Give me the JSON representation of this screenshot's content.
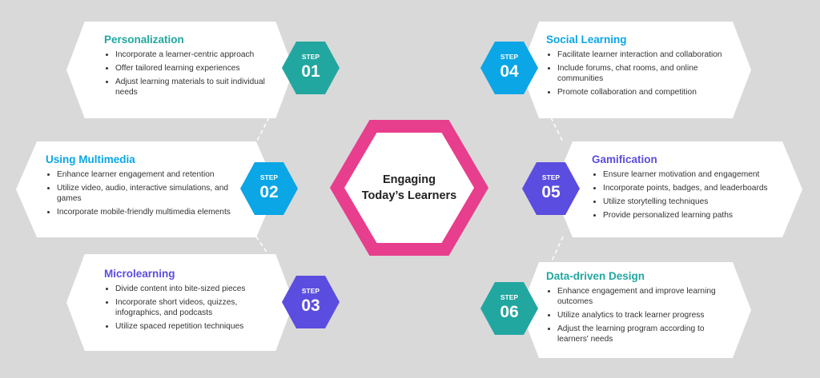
{
  "center_title": [
    "Engaging",
    "Today’s Learners"
  ],
  "step_label": "STEP",
  "colors": {
    "teal": "#22a6a0",
    "cyan": "#0aa6e6",
    "purple": "#5b4ddf",
    "pink": "#e73e8d"
  },
  "steps": [
    {
      "num": "01",
      "title": "Personalization",
      "color": "#22a6a0",
      "bullets": [
        "Incorporate a learner-centric approach",
        "Offer tailored learning experiences",
        "Adjust learning materials to suit individual needs"
      ]
    },
    {
      "num": "02",
      "title": "Using Multimedia",
      "color": "#0aa6e6",
      "bullets": [
        "Enhance learner engagement and retention",
        "Utilize video, audio, interactive simulations, and games",
        "Incorporate mobile-friendly multimedia elements"
      ]
    },
    {
      "num": "03",
      "title": "Microlearning",
      "color": "#5b4ddf",
      "bullets": [
        "Divide content into bite-sized pieces",
        "Incorporate short videos, quizzes, infographics, and podcasts",
        "Utilize spaced repetition techniques"
      ]
    },
    {
      "num": "04",
      "title": "Social Learning",
      "color": "#0aa6e6",
      "bullets": [
        "Facilitate learner interaction and collaboration",
        "Include forums, chat rooms, and online communities",
        "Promote collaboration and competition"
      ]
    },
    {
      "num": "05",
      "title": "Gamification",
      "color": "#5b4ddf",
      "bullets": [
        "Ensure learner motivation and engagement",
        "Incorporate points, badges, and leaderboards",
        "Utilize storytelling techniques",
        "Provide personalized learning paths"
      ]
    },
    {
      "num": "06",
      "title": "Data-driven Design",
      "color": "#22a6a0",
      "bullets": [
        "Enhance engagement and improve learning outcomes",
        "Utilize analytics to track learner progress",
        "Adjust the learning program according to learners' needs"
      ]
    }
  ]
}
